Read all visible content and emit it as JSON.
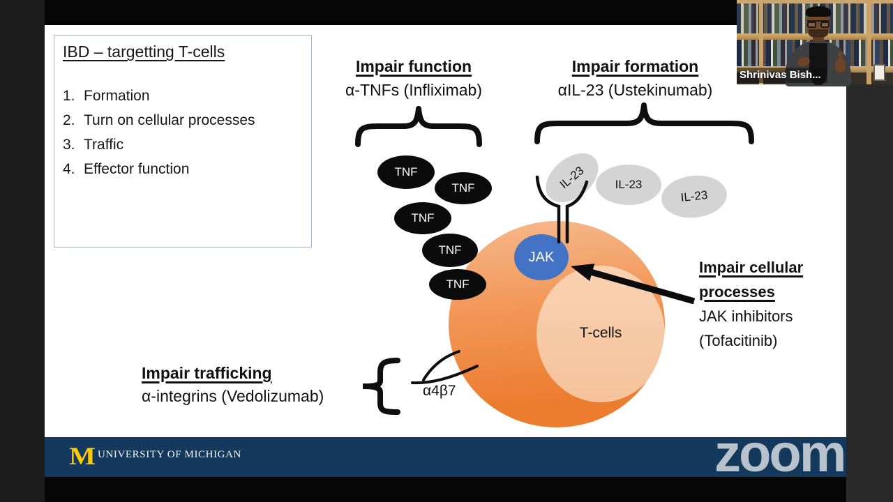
{
  "meeting": {
    "participant_name": "Shrinivas Bish...",
    "watermark": "zoom"
  },
  "slide": {
    "textbox": {
      "title": "IBD – targetting T-cells",
      "items": [
        {
          "num": "1.",
          "text": "Formation"
        },
        {
          "num": "2.",
          "text": "Turn on cellular processes"
        },
        {
          "num": "3.",
          "text": "Traffic"
        },
        {
          "num": "4.",
          "text": "Effector function"
        }
      ]
    },
    "annotations": {
      "impair_function": {
        "title": "Impair function",
        "subtitle": "α-TNFs (Infliximab)"
      },
      "impair_formation": {
        "title": "Impair formation",
        "subtitle": "αIL-23 (Ustekinumab)"
      },
      "impair_cellular": {
        "title": "Impair cellular processes",
        "subtitle_1": "JAK inhibitors",
        "subtitle_2": "(Tofacitinib)"
      },
      "impair_trafficking": {
        "title": "Impair trafficking",
        "subtitle": "α-integrins (Vedolizumab)"
      },
      "integrin_label": "α4β7"
    },
    "molecules": {
      "tnf": [
        "TNF",
        "TNF",
        "TNF",
        "TNF",
        "TNF"
      ],
      "il23": [
        "IL-23",
        "IL-23",
        "IL-23"
      ],
      "jak": "JAK",
      "t_cells": "T-cells"
    }
  },
  "footer": {
    "logo_letter": "M",
    "university": "UNIVERSITY OF MICHIGAN"
  },
  "colors": {
    "navy": "#15395d",
    "maize": "#ffcb05",
    "cell_orange": "#ec7c2e",
    "cell_inner": "#f5c29a",
    "jak_blue": "#4472c4",
    "il23_gray": "#d4d4d4",
    "tnf_black": "#0b0b0b",
    "watermark_gray": "#b7c2cc"
  }
}
